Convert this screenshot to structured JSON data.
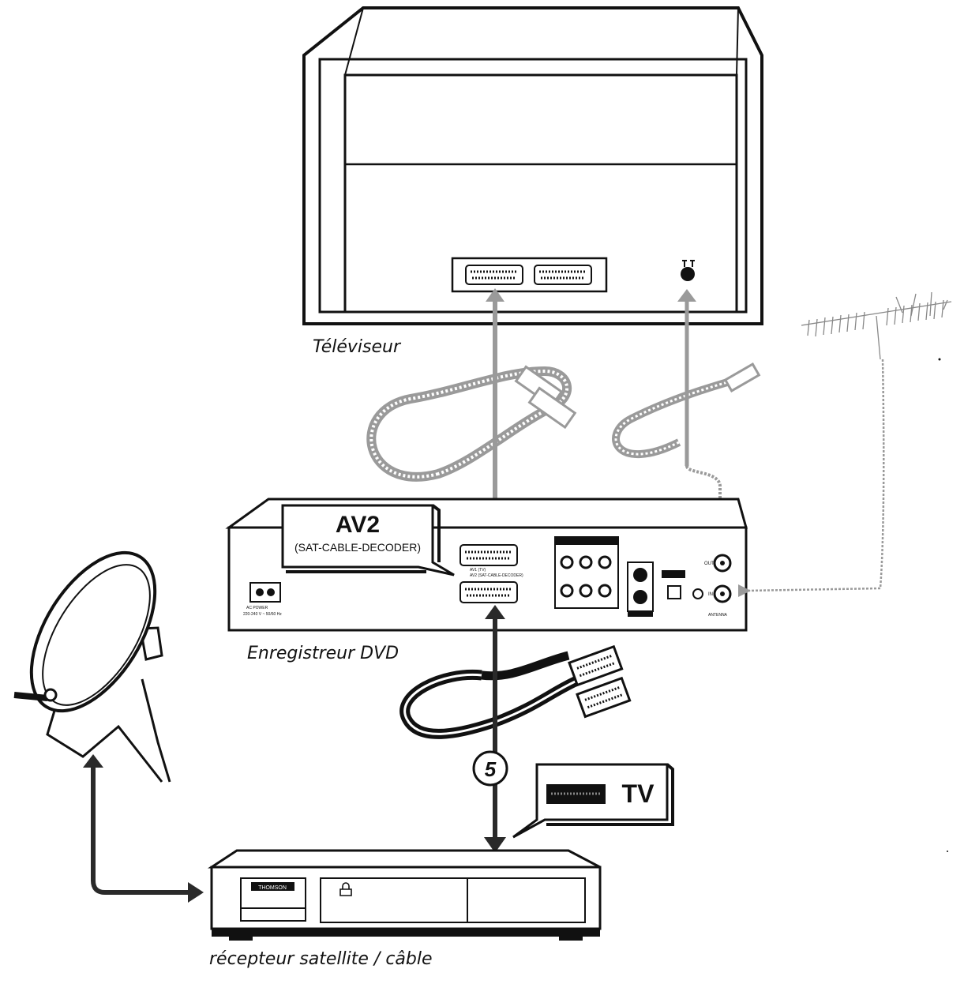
{
  "labels": {
    "tv": "Téléviseur",
    "dvd_recorder": "Enregistreur DVD",
    "sat_receiver": "récepteur satellite / câble"
  },
  "callouts": {
    "av2_title": "AV2",
    "av2_subtitle": "(SAT-CABLE-DECODER)",
    "tv_text": "TV"
  },
  "step_number": "5",
  "panel_text": {
    "av1": "AV1 (TV)",
    "av2": "AV2 (SAT-CABLE-DECODER)",
    "ac_power": "AC POWER",
    "voltage": "220-240 V ~ 50/60 Hz",
    "out": "OUT",
    "in": "IN",
    "antenna": "ANTENNA",
    "brand": "THOMSON"
  },
  "colors": {
    "line": "#111111",
    "cable_gray": "#9a9a9a",
    "dark_arrow": "#2a2a2a"
  }
}
